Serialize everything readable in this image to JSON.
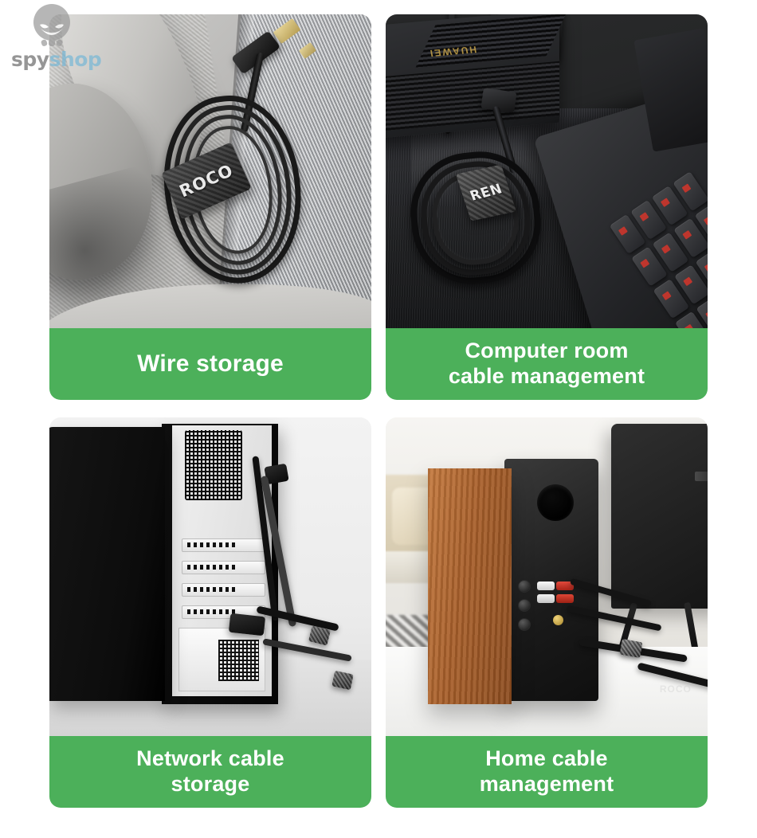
{
  "watermark": {
    "icon": "spy-mascot-icon",
    "text_part1": "spy",
    "text_part2": "shop",
    "color_part1": "#6e6e6e",
    "color_part2": "#79b8d6"
  },
  "theme": {
    "caption_bg": "#4CB05A",
    "caption_text": "#ffffff",
    "page_bg": "#ffffff"
  },
  "cards": [
    {
      "id": "wire-storage",
      "caption_line1": "Wire storage",
      "caption_line2": "",
      "scene": "Coiled black USB cable bundled with a velcro cable tie resting on grey knit fabric",
      "strap_brand": "ROCO"
    },
    {
      "id": "computer-room-cable-management",
      "caption_line1": "Computer room",
      "caption_line2": "cable management",
      "scene": "Black wifi router with antennas on a dark wooden desk next to a red-backlit gaming keyboard, power cable coiled and strapped",
      "strap_brand": "REN",
      "router_brand": "HUAWEI"
    },
    {
      "id": "network-cable-storage",
      "caption_line1": "Network cable",
      "caption_line2": "storage",
      "scene": "Rear of a black desktop PC tower showing the silver I/O panel, expansion slots and power supply with cables bundled by two ties"
    },
    {
      "id": "home-cable-management",
      "caption_line1": "Home cable",
      "caption_line2": "management",
      "scene": "Wooden bookshelf speaker rear panel with RCA jacks and knobs beside a TV on a white table, cables gathered with a tie",
      "strap_brand": "ROCO"
    }
  ]
}
